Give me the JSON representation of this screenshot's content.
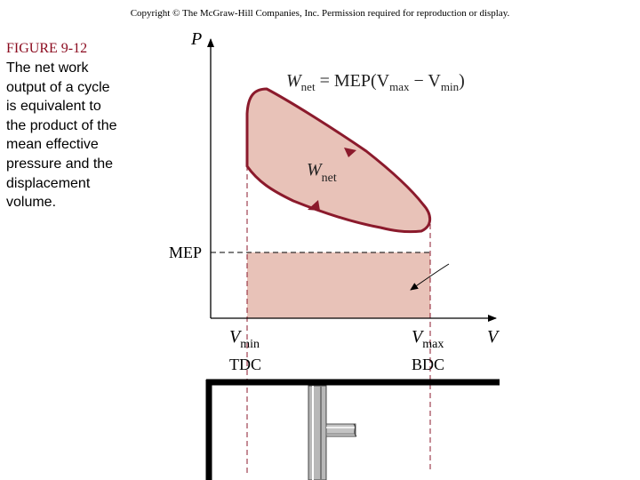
{
  "header": {
    "copyright": "Copyright © The McGraw-Hill Companies, Inc. Permission required for reproduction or display."
  },
  "figure": {
    "label": "FIGURE 9-12",
    "caption_lines": [
      "The net work",
      "output of a cycle",
      "is equivalent to",
      "the product of the",
      "mean effective",
      "pressure and the",
      "displacement",
      "volume."
    ]
  },
  "diagram": {
    "axis_p": "P",
    "axis_v": "V",
    "equation": {
      "lhs": "W",
      "lhs_sub": "net",
      "rhs_a": " = MEP(V",
      "sub_max": "max",
      "mid": " − V",
      "sub_min": "min",
      "close": ")"
    },
    "area_label": {
      "main": "W",
      "sub": "net"
    },
    "mep_label": "MEP",
    "vmin": {
      "main": "V",
      "sub": "min"
    },
    "vmax": {
      "main": "V",
      "sub": "max"
    },
    "tdc": "TDC",
    "bdc": "BDC",
    "colors": {
      "fill": "#e8c2b8",
      "outline": "#8b1a2c",
      "axis": "#000000"
    }
  }
}
